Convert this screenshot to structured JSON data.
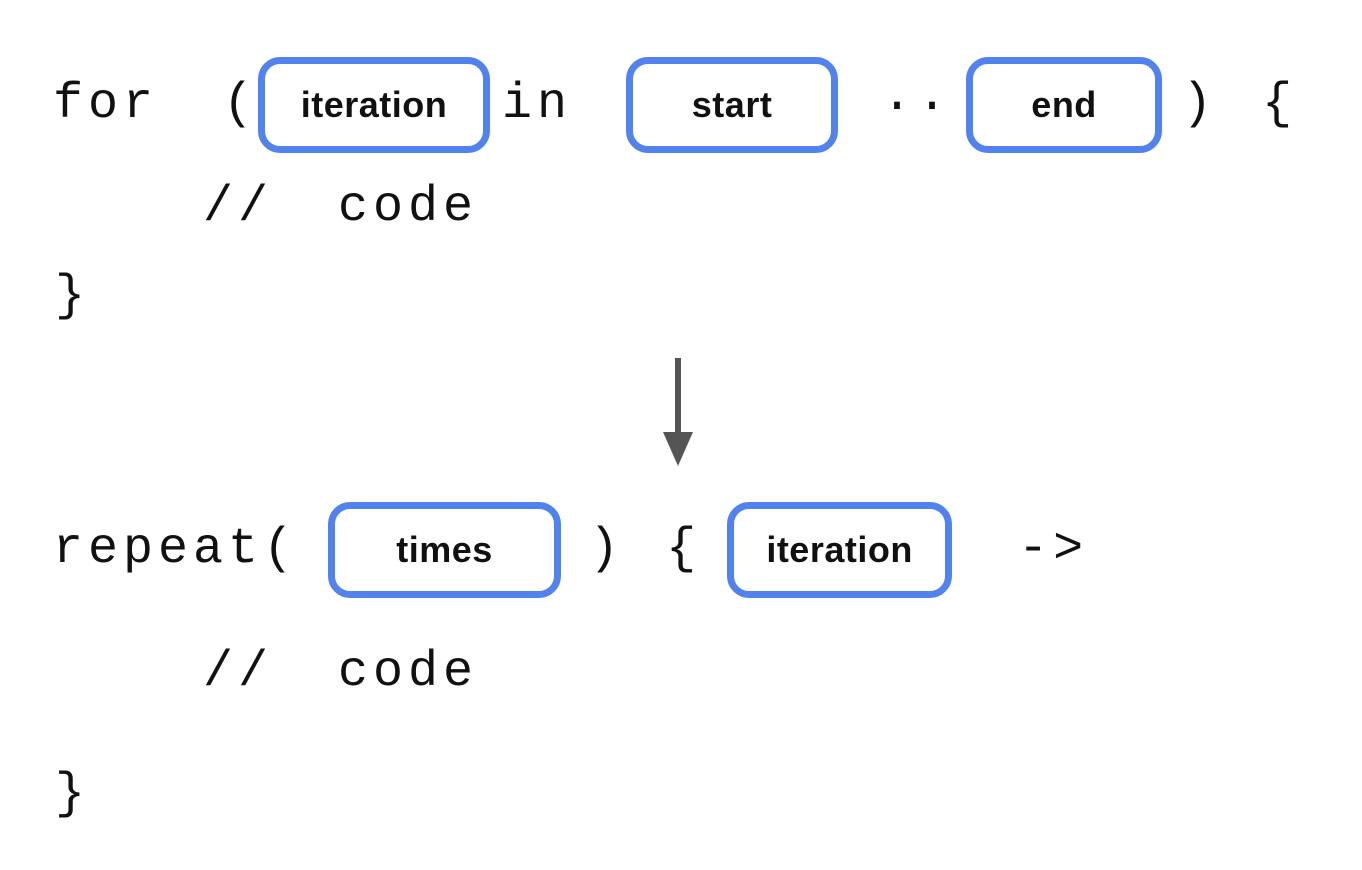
{
  "colors": {
    "background": "#ffffff",
    "slot_border_blue": "#5282EC",
    "code_text": "#111111",
    "arrow_gray": "#555555"
  },
  "before_block": {
    "description": "for-loop range syntax",
    "tokens": {
      "keyword": "for (",
      "slot_iteration": "iteration",
      "operator_in": "in",
      "slot_start": "start",
      "range_operator": "..",
      "slot_end": "end",
      "close": ") {"
    },
    "body_comment": "// code",
    "closing_brace": "}"
  },
  "arrow": {
    "direction": "down"
  },
  "after_block": {
    "description": "repeat function syntax",
    "tokens": {
      "keyword": "repeat(",
      "slot_times": "times",
      "close_paren": ")",
      "open_brace": "{",
      "slot_iteration": "iteration",
      "lambda_arrow": "->"
    },
    "body_comment": "// code",
    "closing_brace": "}"
  }
}
